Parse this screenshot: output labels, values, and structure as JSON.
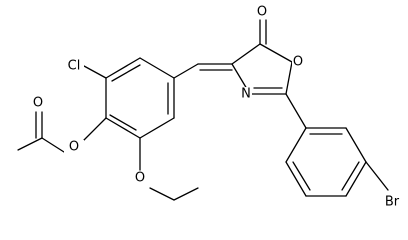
{
  "molecule": {
    "atoms": {
      "carbonyl_o_lactone": "O",
      "ring_o": "O",
      "ring_n": "N",
      "chloro": "Cl",
      "bromo": "Br",
      "ester_o": "O",
      "acetyl_o": "O",
      "ethoxy_o": "O"
    }
  },
  "colors": {
    "bond": "#000000",
    "text": "#000000",
    "background": "#ffffff"
  }
}
